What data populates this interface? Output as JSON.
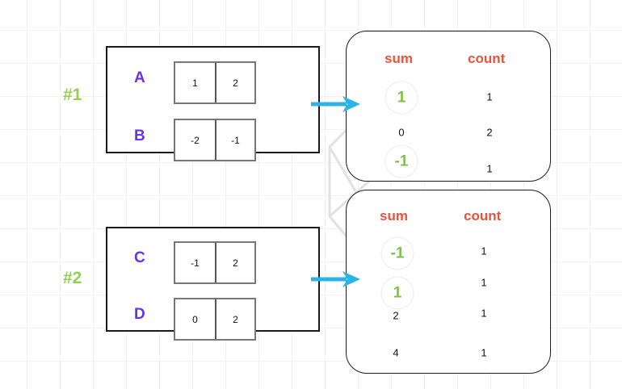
{
  "diagram": {
    "title": "",
    "accent_colors": {
      "group_label": "#92d14f",
      "row_label": "#6633ee",
      "header": "#e8533c",
      "highlight": "#7dc246",
      "arrow": "#2eb3e6",
      "box_border": "#1a1a1a",
      "cell_border": "#777777",
      "grid": "#f2f2f2"
    },
    "groups": [
      {
        "label": "#1",
        "rows": [
          {
            "name": "A",
            "values": [
              "1",
              "2"
            ]
          },
          {
            "name": "B",
            "values": [
              "-2",
              "-1"
            ]
          }
        ]
      },
      {
        "label": "#2",
        "rows": [
          {
            "name": "C",
            "values": [
              "-1",
              "2"
            ]
          },
          {
            "name": "D",
            "values": [
              "0",
              "2"
            ]
          }
        ]
      }
    ],
    "panels": [
      {
        "headers": {
          "sum": "sum",
          "count": "count"
        },
        "rows": [
          {
            "sum": "1",
            "count": "1",
            "highlight": true
          },
          {
            "sum": "0",
            "count": "2",
            "highlight": false
          },
          {
            "sum": "-1",
            "count": "1",
            "highlight": true
          }
        ]
      },
      {
        "headers": {
          "sum": "sum",
          "count": "count"
        },
        "rows": [
          {
            "sum": "-1",
            "count": "1",
            "highlight": true
          },
          {
            "sum": "1",
            "count": "1",
            "highlight": true
          },
          {
            "sum": "2",
            "count": "1",
            "highlight": false
          },
          {
            "sum": "4",
            "count": "1",
            "highlight": false
          }
        ]
      }
    ],
    "arrows": [
      {
        "name": "arrow-group1-to-panel1"
      },
      {
        "name": "arrow-group2-to-panel2"
      }
    ],
    "links": [
      {
        "from": "panel1-sum-1",
        "to": "panel2-sum-1"
      },
      {
        "from": "panel1-sum--1",
        "to": "panel2-sum--1"
      }
    ]
  }
}
